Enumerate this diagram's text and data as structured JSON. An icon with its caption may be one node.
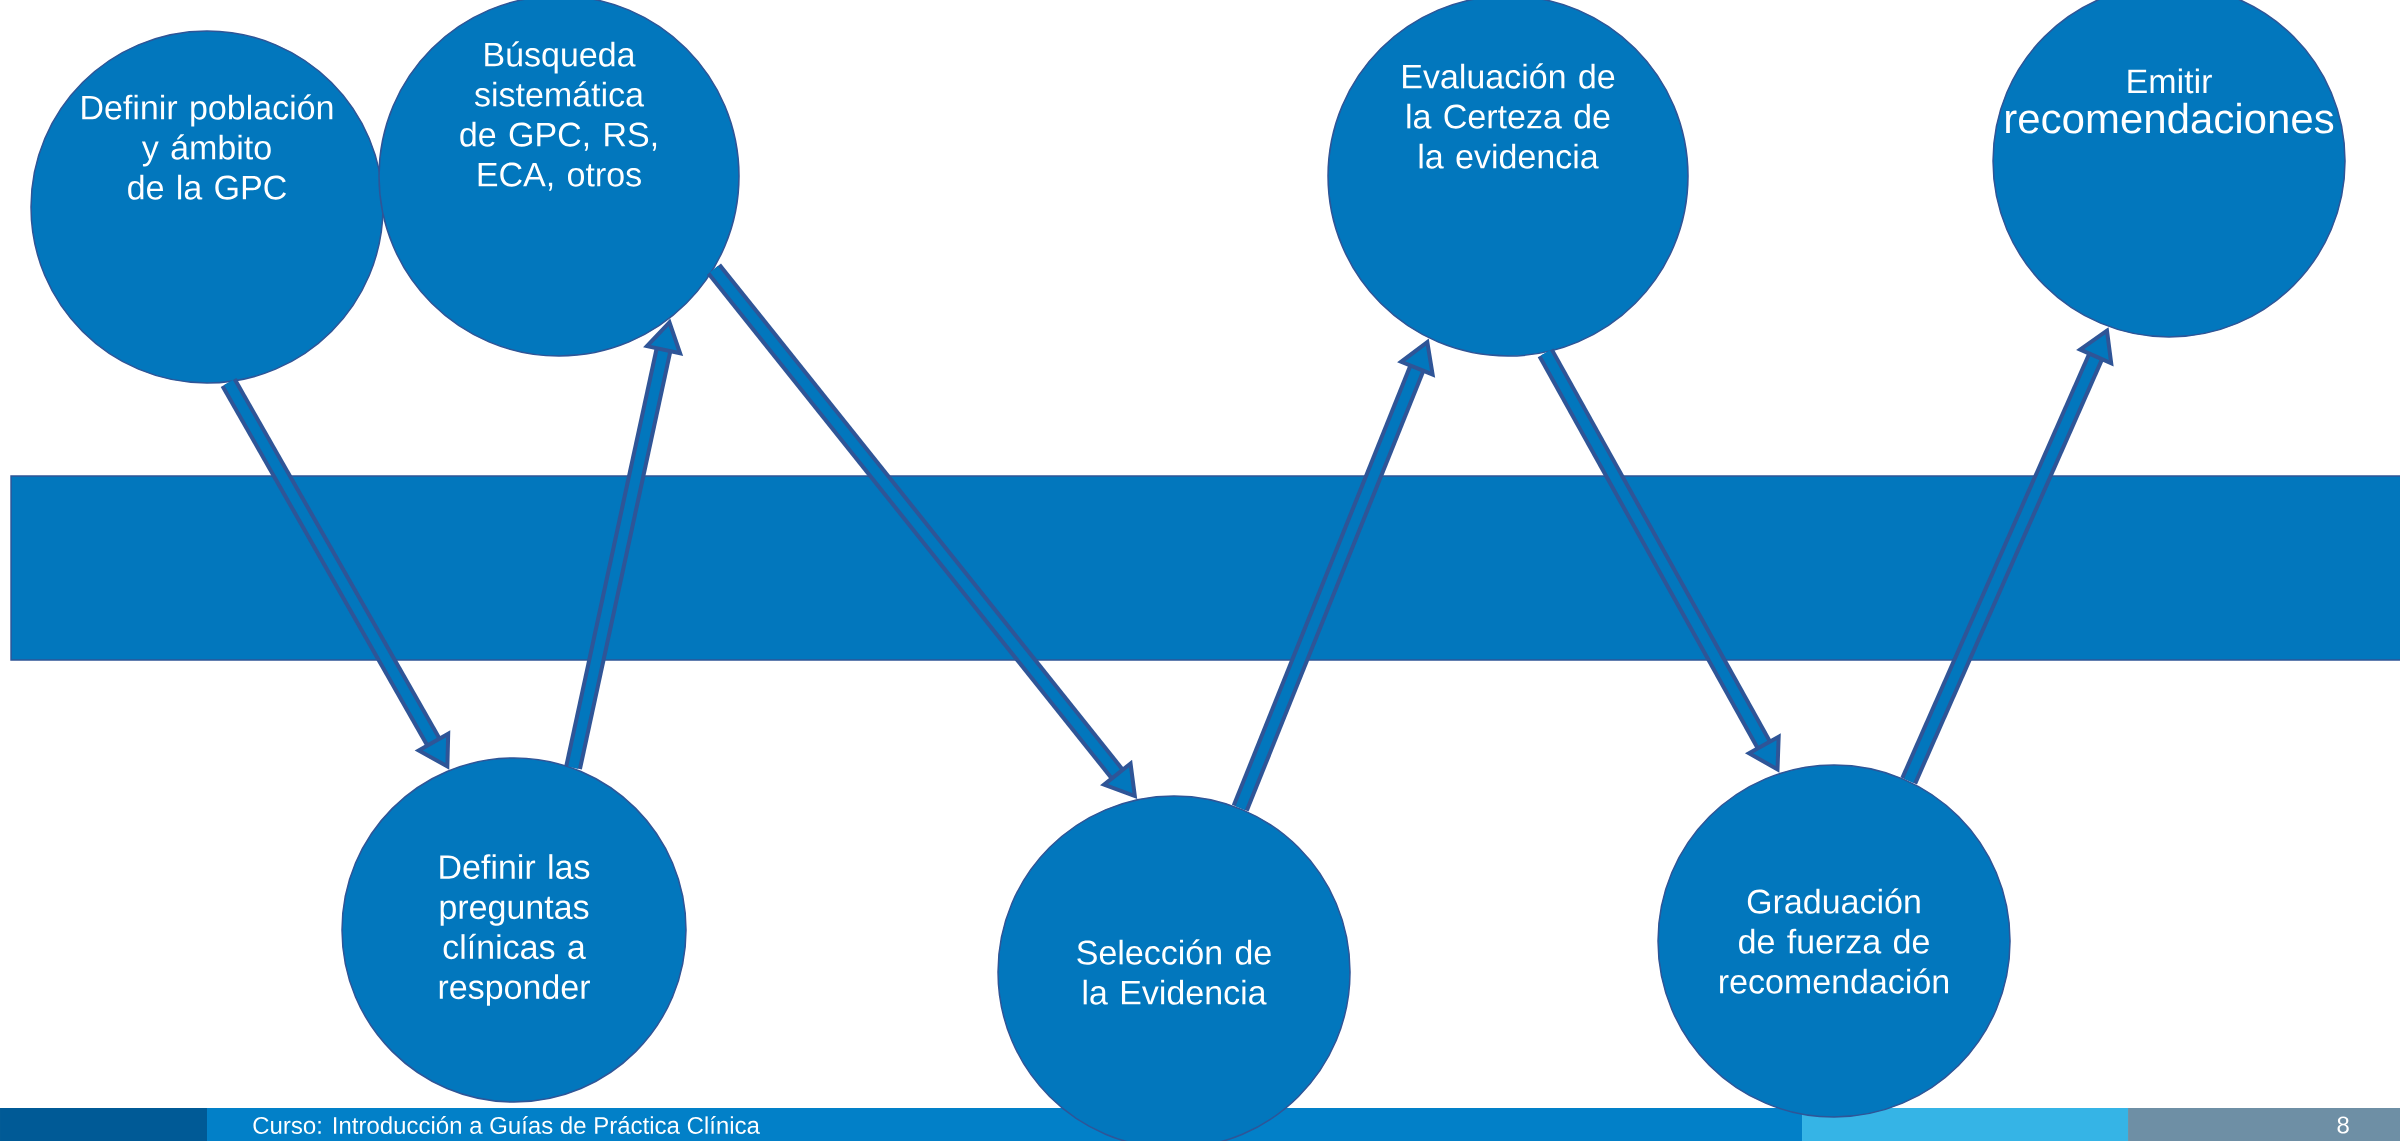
{
  "diagram": {
    "nodes": [
      {
        "text": [
          "Definir población y ámbito de la GPC"
        ]
      },
      {
        "text": [
          "Definir las preguntas clínicas a responder"
        ]
      },
      {
        "text": [
          "Búsqueda sistemática de GPC, RS, ECA, otros"
        ]
      },
      {
        "text": [
          "Selección de la Evidencia"
        ]
      },
      {
        "text": [
          "Evaluación de la Certeza de la evidencia"
        ]
      },
      {
        "text": [
          "Graduación de fuerza de recomendación"
        ]
      },
      {
        "text": [
          "Emitir",
          "recomendaciones"
        ]
      }
    ],
    "edges": [
      {
        "from": 0,
        "to": 1,
        "arrow": "to"
      },
      {
        "from": 1,
        "to": 2,
        "arrow": "to"
      },
      {
        "from": 2,
        "to": 3,
        "arrow": "to"
      },
      {
        "from": 3,
        "to": 4,
        "arrow": "to"
      },
      {
        "from": 4,
        "to": 5,
        "arrow": "to"
      },
      {
        "from": 5,
        "to": 6,
        "arrow": "to"
      }
    ],
    "labels": [
      "Curso: Introducción a Guías de Práctica Clínica",
      "8"
    ]
  }
}
